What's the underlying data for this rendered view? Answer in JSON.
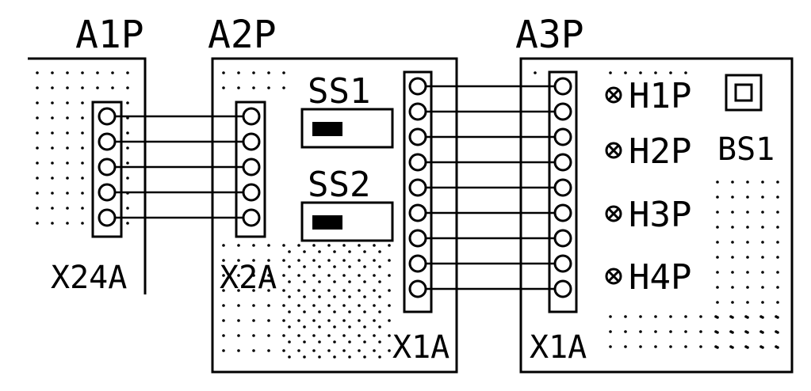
{
  "boards": {
    "a1p": {
      "label": "A1P",
      "connector": "X24A"
    },
    "a2p": {
      "label": "A2P",
      "connector": "X2A",
      "connector2": "X1A",
      "switch1": "SS1",
      "switch2": "SS2"
    },
    "a3p": {
      "label": "A3P",
      "connector": "X1A",
      "switch": "BS1",
      "leds": [
        "H1P",
        "H2P",
        "H3P",
        "H4P"
      ]
    }
  },
  "wiring": {
    "x24a_to_x2a_pins": 5,
    "x1a_to_x1a_pins": 9
  },
  "colors": {
    "ink": "#000000",
    "paper": "#ffffff"
  }
}
